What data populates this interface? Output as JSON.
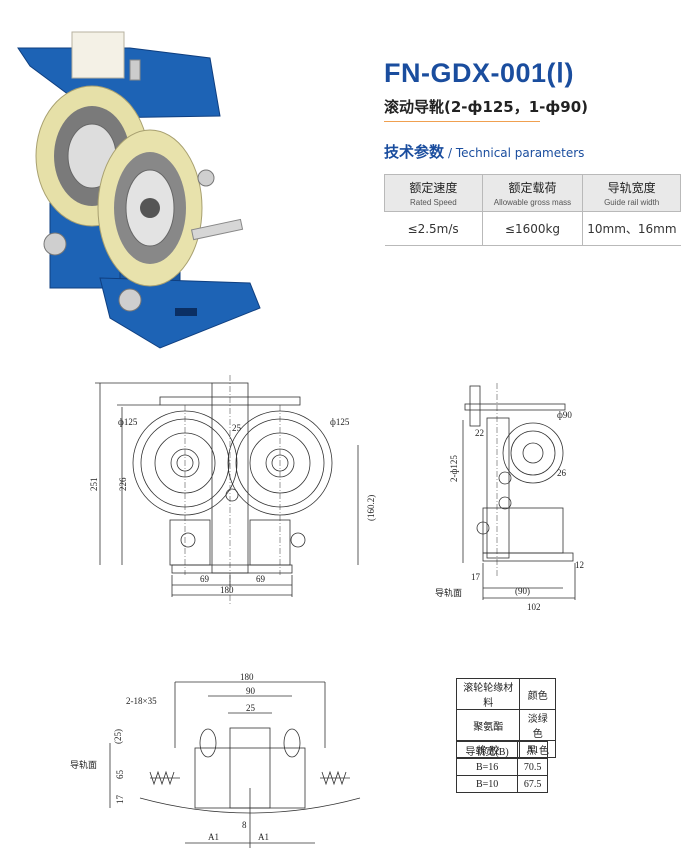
{
  "header": {
    "model": "FN-GDX-001(Ⅰ)",
    "subtitle": "滚动导靴(2-ф125，1-ф90)"
  },
  "section": {
    "title_zh": "技术参数",
    "title_en": "/ Technical parameters"
  },
  "params": {
    "headers": [
      {
        "zh": "额定速度",
        "en": "Rated Speed"
      },
      {
        "zh": "额定载荷",
        "en": "Allowable gross mass"
      },
      {
        "zh": "导轨宽度",
        "en": "Guide rail width"
      }
    ],
    "values": [
      "≤2.5m/s",
      "≤1600kg",
      "10mm、16mm"
    ]
  },
  "front_view": {
    "dims": [
      "ф125",
      "ф125",
      "25",
      "251",
      "226",
      "(160.2)",
      "69",
      "69",
      "180"
    ]
  },
  "side_view": {
    "dims": [
      "ф90",
      "22",
      "2-ф125",
      "26",
      "17",
      "12",
      "(90)",
      "102"
    ],
    "rail_label": "导轨面"
  },
  "top_view": {
    "dims": [
      "180",
      "90",
      "2-18×35",
      "25",
      "(25)",
      "65",
      "17",
      "8",
      "A1",
      "A1"
    ],
    "rail_label": "导轨面"
  },
  "material_table": {
    "rows": [
      [
        "滚轮轮缘材料",
        "颜色"
      ],
      [
        "聚氨酯",
        "淡绿色"
      ],
      [
        "橡 胶",
        "黑 色"
      ]
    ]
  },
  "a1_table": {
    "rows": [
      [
        "导轨宽(B)",
        "A1"
      ],
      [
        "B=16",
        "70.5"
      ],
      [
        "B=10",
        "67.5"
      ]
    ]
  },
  "colors": {
    "brand_blue": "#1a4d9e",
    "part_blue": "#1d63b5",
    "roller": "#e6e0a8"
  }
}
